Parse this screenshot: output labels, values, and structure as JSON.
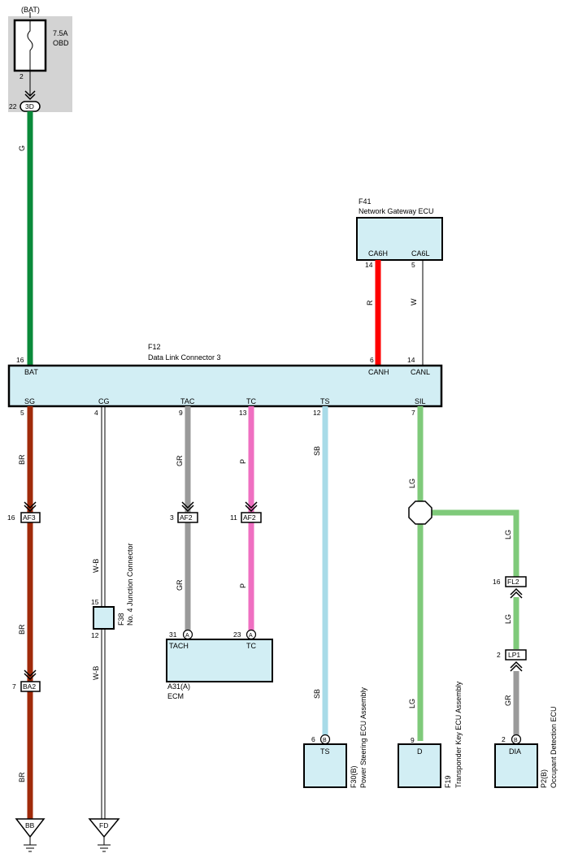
{
  "fuse": {
    "source": "(BAT)",
    "rating": "7.5A",
    "name": "OBD",
    "pin": "2",
    "jb_pin": "22",
    "jb_label": "3D"
  },
  "wires": {
    "g": "G",
    "r": "R",
    "w": "W",
    "br1": "BR",
    "br2": "BR",
    "br3": "BR",
    "wb1": "W-B",
    "wb2": "W-B",
    "gr1": "GR",
    "gr2": "GR",
    "gr3": "GR",
    "p1": "P",
    "p2": "P",
    "sb1": "SB",
    "sb2": "SB",
    "lg1": "LG",
    "lg2": "LG",
    "lg3": "LG",
    "lg4": "LG"
  },
  "gateway": {
    "code": "F41",
    "name": "Network Gateway ECU",
    "t1": "CA6H",
    "t2": "CA6L",
    "p1": "14",
    "p2": "5"
  },
  "dlc": {
    "code": "F12",
    "name": "Data Link Connector 3",
    "t_bat": "BAT",
    "t_canh": "CANH",
    "t_canl": "CANL",
    "t_sg": "SG",
    "t_cg": "CG",
    "t_tac": "TAC",
    "t_tc": "TC",
    "t_ts": "TS",
    "t_sil": "SIL",
    "p_bat": "16",
    "p_canh": "6",
    "p_canl": "14",
    "p_sg": "5",
    "p_cg": "4",
    "p_tac": "9",
    "p_tc": "13",
    "p_ts": "12",
    "p_sil": "7"
  },
  "connectors": {
    "af3": "AF3",
    "af3_pin": "16",
    "af2a": "AF2",
    "af2a_pin": "3",
    "af2b": "AF2",
    "af2b_pin": "11",
    "ba2": "BA2",
    "ba2_pin": "7",
    "fl2": "FL2",
    "fl2_pin": "16",
    "lp1": "LP1",
    "lp1_pin": "2"
  },
  "junction": {
    "code": "F38",
    "name": "No. 4 Junction Connector",
    "p_top": "15",
    "p_bot": "12"
  },
  "ecm": {
    "code": "A31(A)",
    "name": "ECM",
    "t1": "TACH",
    "t2": "TC",
    "p1": "31",
    "p2": "23",
    "letter1": "A",
    "letter2": "A"
  },
  "ps_ecu": {
    "code": "F30(B)",
    "name": "Power Steering ECU Assembly",
    "term": "TS",
    "pin": "6",
    "letter": "B"
  },
  "tk_ecu": {
    "code": "F19",
    "name": "Transponder Key ECU Assembly",
    "term": "D",
    "pin": "9"
  },
  "od_ecu": {
    "code": "P2(B)",
    "name": "Occupant Detection ECU",
    "term": "DIA",
    "pin": "2",
    "letter": "B"
  },
  "grounds": {
    "bb": "BB",
    "fd": "FD"
  },
  "colors": {
    "green": "#0a8a3a",
    "red": "#ff0000",
    "brown": "#a02a0a",
    "gray": "#9a9a9a",
    "pink": "#ef6fc1",
    "lightblue": "#a8dbe8",
    "lightgreen": "#7fca7a",
    "box": "#d2eef4",
    "fusebg": "#d3d3d3"
  }
}
